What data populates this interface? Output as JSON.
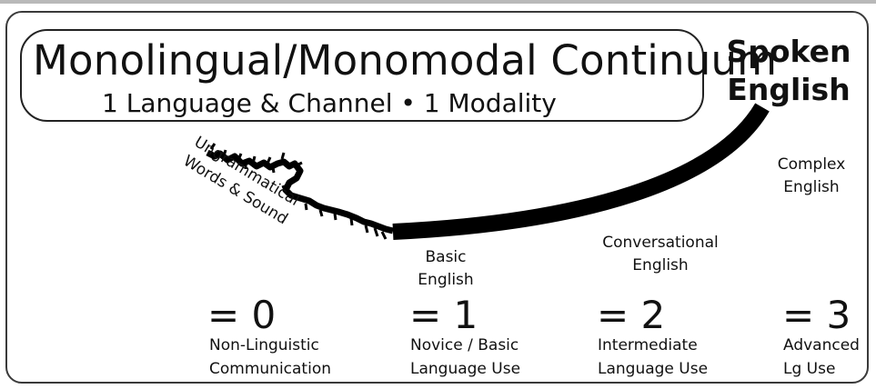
{
  "title": "Monolingual/Monomodal Continuum",
  "subtitle": "1 Language & Channel • 1 Modality",
  "endpoint": [
    "Spoken",
    "English"
  ],
  "ungrammatical": [
    "Ungrammatical",
    "Words & Sound"
  ],
  "levels": {
    "basic": [
      "Basic",
      "English"
    ],
    "conversational": [
      "Conversational",
      "English"
    ],
    "complex": [
      "Complex",
      "English"
    ]
  },
  "scale": [
    {
      "score": "= 0",
      "desc": [
        "Non-Linguistic",
        "Communication"
      ]
    },
    {
      "score": "= 1",
      "desc": [
        "Novice / Basic",
        "Language Use"
      ]
    },
    {
      "score": "= 2",
      "desc": [
        "Intermediate",
        "Language Use"
      ]
    },
    {
      "score": "= 3",
      "desc": [
        "Advanced",
        "Lg Use"
      ]
    }
  ]
}
